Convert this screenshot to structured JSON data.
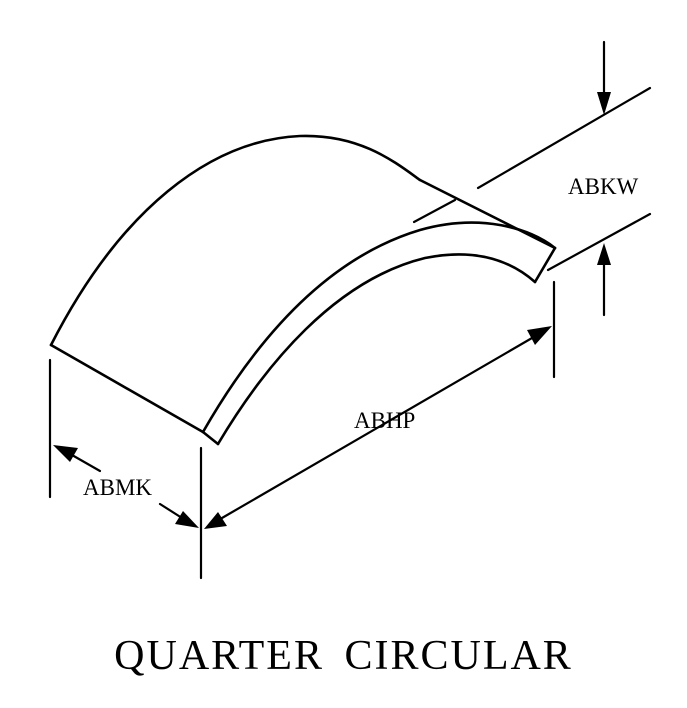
{
  "diagram": {
    "dimensions": {
      "thickness": "ABKW",
      "length": "ABHP",
      "width": "ABMK"
    },
    "caption": "QUARTER CIRCULAR"
  }
}
